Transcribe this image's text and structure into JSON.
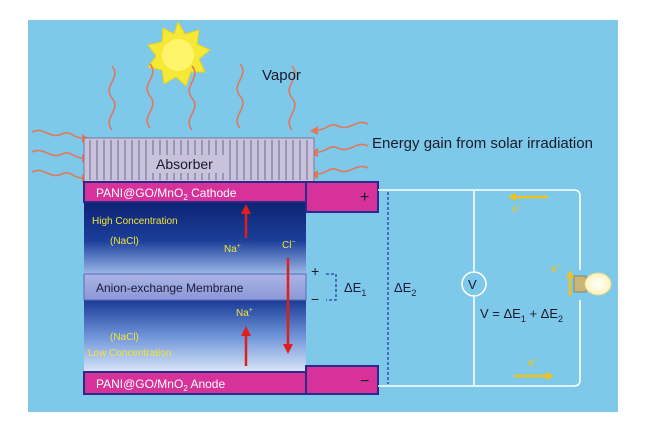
{
  "labels": {
    "vapor": "Vapor",
    "energy_gain": "Energy gain from solar irradiation",
    "absorber": "Absorber",
    "cathode": "PANI@GO/MnO",
    "cathode_sub": "2",
    "cathode_suffix": " Cathode",
    "anode": "PANI@GO/MnO",
    "anode_sub": "2",
    "anode_suffix": " Anode",
    "high_concentration": "High Concentration",
    "nacl_top": "(NaCl)",
    "na_plus_top": "Na",
    "na_plus_top_sup": "+",
    "cl_minus": "Cl",
    "cl_minus_sup": "−",
    "membrane": "Anion-exchange Membrane",
    "na_plus_bottom": "Na",
    "na_plus_bottom_sup": "+",
    "nacl_bottom": "(NaCl)",
    "low_concentration": "Low Concentration",
    "plus_top": "+",
    "minus_bottom": "−",
    "plus_mid": "+",
    "minus_mid": "−",
    "delta_e1": "ΔE",
    "delta_e1_sub": "1",
    "delta_e2": "ΔE",
    "delta_e2_sub": "2",
    "voltmeter": "V",
    "equation_prefix": "V = ΔE",
    "equation_sub1": "1",
    "equation_mid": " + ΔE",
    "equation_sub2": "2",
    "electron_top": "e",
    "electron_mid": "e",
    "electron_bottom": "e",
    "electron_sup": "−"
  },
  "colors": {
    "background": "#7ec8ea",
    "electrode": "#d6329a",
    "cell_dark": "#0e2a78",
    "membrane": "#9aa6df",
    "arrow_red": "#e01e1e",
    "arrow_yellow": "#f3c21a",
    "sun": "#f5e836",
    "wavy": "#e07a5a",
    "wire": "#ffffff",
    "dash": "#2a3fa8"
  }
}
